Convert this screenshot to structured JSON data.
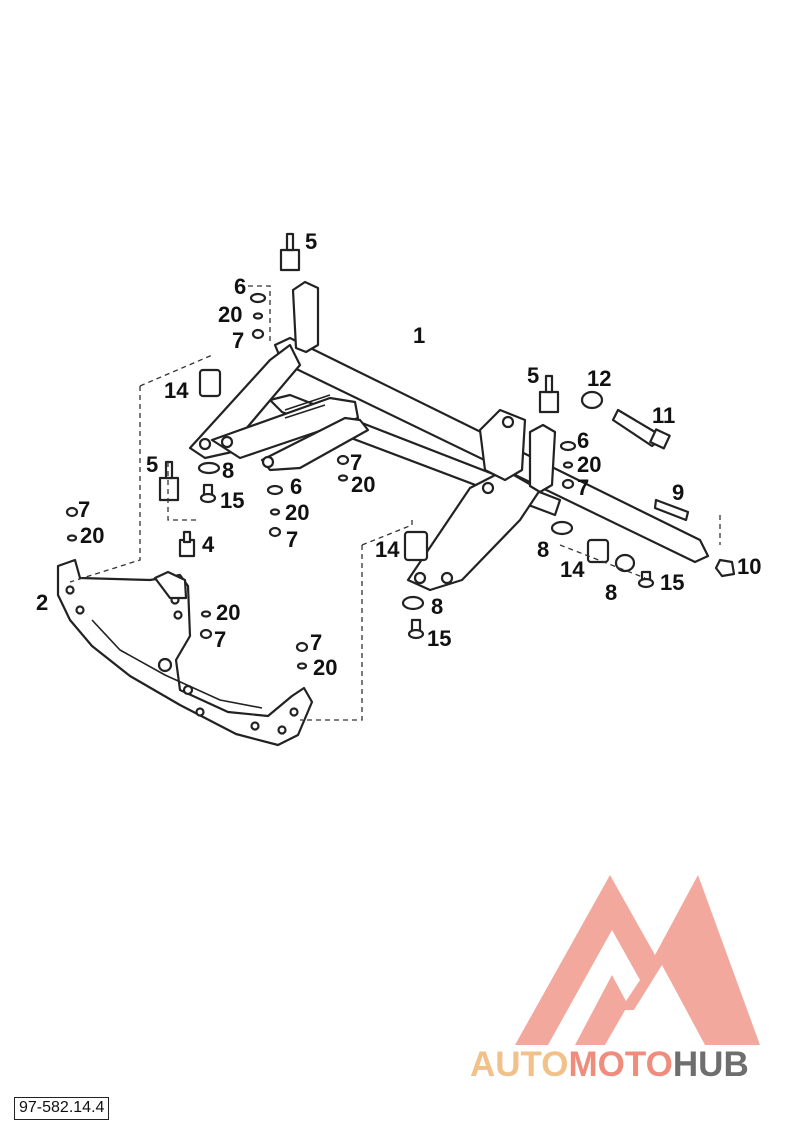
{
  "diagram": {
    "reference_code": "97-582.14.4",
    "callouts": [
      {
        "id": "c1",
        "text": "1"
      },
      {
        "id": "c2",
        "text": "2"
      },
      {
        "id": "c4",
        "text": "4"
      },
      {
        "id": "c5a",
        "text": "5"
      },
      {
        "id": "c5b",
        "text": "5"
      },
      {
        "id": "c5c",
        "text": "5"
      },
      {
        "id": "c6a",
        "text": "6"
      },
      {
        "id": "c6b",
        "text": "6"
      },
      {
        "id": "c6c",
        "text": "6"
      },
      {
        "id": "c7a",
        "text": "7"
      },
      {
        "id": "c7b",
        "text": "7"
      },
      {
        "id": "c7c",
        "text": "7"
      },
      {
        "id": "c7d",
        "text": "7"
      },
      {
        "id": "c7e",
        "text": "7"
      },
      {
        "id": "c7f",
        "text": "7"
      },
      {
        "id": "c7g",
        "text": "7"
      },
      {
        "id": "c8a",
        "text": "8"
      },
      {
        "id": "c8b",
        "text": "8"
      },
      {
        "id": "c8c",
        "text": "8"
      },
      {
        "id": "c8d",
        "text": "8"
      },
      {
        "id": "c9",
        "text": "9"
      },
      {
        "id": "c10",
        "text": "10"
      },
      {
        "id": "c11",
        "text": "11"
      },
      {
        "id": "c12",
        "text": "12"
      },
      {
        "id": "c14a",
        "text": "14"
      },
      {
        "id": "c14b",
        "text": "14"
      },
      {
        "id": "c14c",
        "text": "14"
      },
      {
        "id": "c15a",
        "text": "15"
      },
      {
        "id": "c15b",
        "text": "15"
      },
      {
        "id": "c15c",
        "text": "15"
      },
      {
        "id": "c20a",
        "text": "20"
      },
      {
        "id": "c20b",
        "text": "20"
      },
      {
        "id": "c20c",
        "text": "20"
      },
      {
        "id": "c20d",
        "text": "20"
      },
      {
        "id": "c20e",
        "text": "20"
      },
      {
        "id": "c20f",
        "text": "20"
      },
      {
        "id": "c20g",
        "text": "20"
      }
    ]
  },
  "watermark": {
    "brand_part1": "AUTO",
    "brand_part2": "MOTO",
    "brand_part3": "HUB",
    "colors": {
      "part1": "#f2c18a",
      "part2": "#f08c7c",
      "part3": "#6e6e6e",
      "logo": "#f29a8e"
    }
  }
}
